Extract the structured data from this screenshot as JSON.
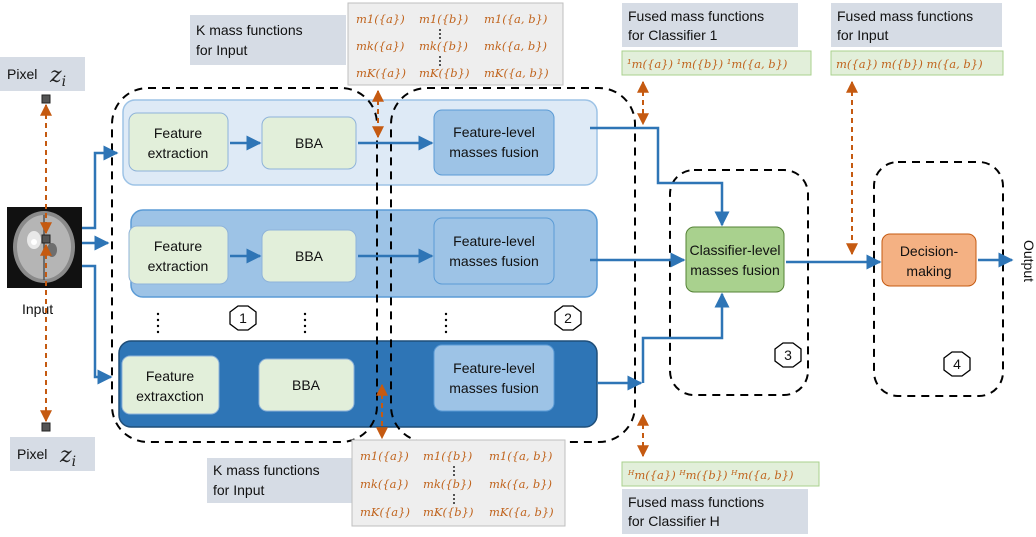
{
  "input": {
    "label": "Input"
  },
  "pixel_top": {
    "word": "Pixel",
    "symbol": "z",
    "sub": "i"
  },
  "pixel_bottom": {
    "word": "Pixel",
    "symbol": "z",
    "sub": "i"
  },
  "output": {
    "label": "Output"
  },
  "rows": [
    {
      "feature": [
        "Feature",
        "extraction"
      ],
      "bba": "BBA",
      "fusion": [
        "Feature-level",
        "masses fusion"
      ]
    },
    {
      "feature": [
        "Feature",
        "extraction"
      ],
      "bba": "BBA",
      "fusion": [
        "Feature-level",
        "masses fusion"
      ]
    },
    {
      "feature": [
        "Feature",
        "extraxction"
      ],
      "bba": "BBA",
      "fusion": [
        "Feature-level",
        "masses fusion"
      ]
    }
  ],
  "classifier_fusion": [
    "Classifier-level",
    "masses fusion"
  ],
  "decision": [
    "Decision-",
    "making"
  ],
  "stage_numbers": [
    "1",
    "2",
    "3",
    "4"
  ],
  "k_mass_top": {
    "title": [
      "K mass functions",
      "for Input"
    ],
    "rows": [
      [
        "m1({a})",
        "m1({b})",
        "m1({a, b})"
      ],
      [
        "mk({a})",
        "mk({b})",
        "mk({a, b})"
      ],
      [
        "mK({a})",
        "mK({b})",
        "mK({a, b})"
      ]
    ]
  },
  "k_mass_bottom": {
    "title": [
      "K mass functions",
      "for Input"
    ],
    "rows": [
      [
        "m1({a})",
        "m1({b})",
        "m1({a, b})"
      ],
      [
        "mk({a})",
        "mk({b})",
        "mk({a, b})"
      ],
      [
        "mK({a})",
        "mK({b})",
        "mK({a, b})"
      ]
    ]
  },
  "fused_classifier1": {
    "title": [
      "Fused mass functions",
      "for Classifier 1"
    ],
    "values": "¹m({a}) ¹m({b}) ¹m({a, b})"
  },
  "fused_input": {
    "title": [
      "Fused mass functions",
      "for Input"
    ],
    "values": "m({a}) m({b}) m({a, b})"
  },
  "fused_classifierH": {
    "title": [
      "Fused mass functions",
      "for Classifier H"
    ],
    "values": "ᴴm({a}) ᴴm({b}) ᴴm({a, b})"
  },
  "colors": {
    "arrow": "#2e75b6",
    "dashed_orange": "#c55a11",
    "row1": "#deeaf6",
    "row2": "#9dc3e6",
    "row3": "#2e75b6",
    "green": "#a9d18e",
    "orange_box": "#f4b183",
    "label_bg": "#d6dce5"
  }
}
